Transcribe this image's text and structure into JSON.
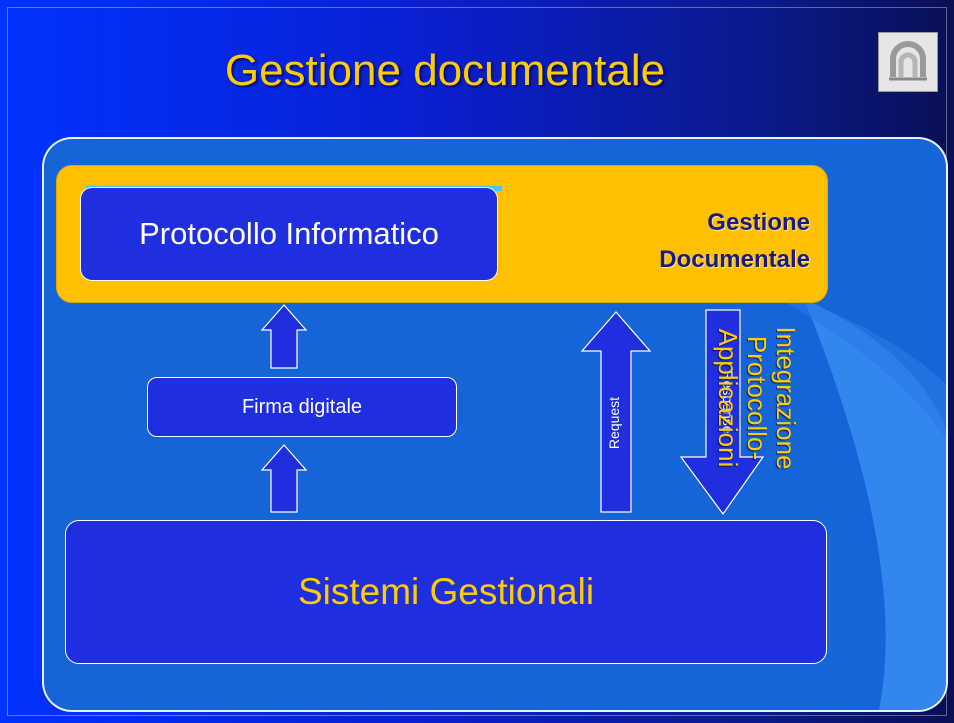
{
  "slide": {
    "title": "Gestione documentale",
    "colors": {
      "accent": "#ffcc00",
      "box": "#1f2fe0",
      "panel": "#ffc000",
      "label_dark": "#1a1a80"
    }
  },
  "diagram": {
    "protocollo": "Protocollo Informatico",
    "gestione_line1": "Gestione",
    "gestione_line2": "Documentale",
    "firma": "Firma digitale",
    "request": "Request",
    "response": "Response",
    "sistemi": "Sistemi Gestionali",
    "integrazione_line1": "Integrazione",
    "integrazione_line2": "Protocollo-Applicazioni"
  }
}
